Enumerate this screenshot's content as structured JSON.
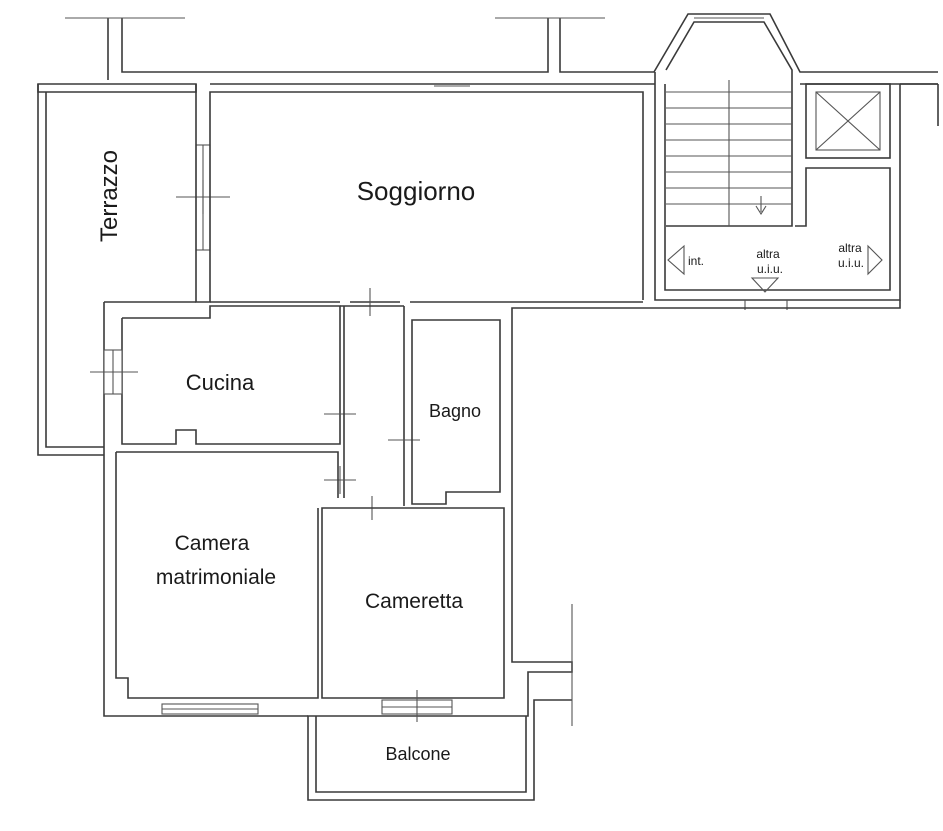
{
  "rooms": {
    "terrazzo": "Terrazzo",
    "soggiorno": "Soggiorno",
    "cucina": "Cucina",
    "bagno": "Bagno",
    "camera_line1": "Camera",
    "camera_line2": "matrimoniale",
    "cameretta": "Cameretta",
    "balcone": "Balcone"
  },
  "landing": {
    "int": "int.",
    "altra_1_line1": "altra",
    "altra_1_line2": "u.i.u.",
    "altra_2_line1": "altra",
    "altra_2_line2": "u.i.u."
  }
}
